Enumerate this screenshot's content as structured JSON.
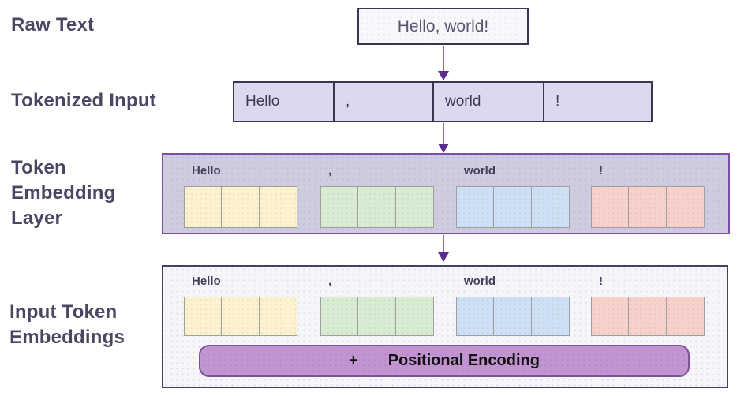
{
  "stages": {
    "raw_text": {
      "label": "Raw Text",
      "value": "Hello, world!"
    },
    "tokenized": {
      "label": "Tokenized Input"
    },
    "embedding_layer": {
      "label": "Token\nEmbedding\nLayer"
    },
    "input_embeddings": {
      "label": "Input Token\nEmbeddings",
      "plus": "+",
      "positional_label": "Positional Encoding"
    }
  },
  "tokens": [
    {
      "text": "Hello",
      "cell_fill": "#fcf2cf",
      "cell_border": "#aea788"
    },
    {
      "text": ",",
      "cell_fill": "#d8ecd3",
      "cell_border": "#9aab95"
    },
    {
      "text": "world",
      "cell_fill": "#cee0f5",
      "cell_border": "#96a5b8"
    },
    {
      "text": "!",
      "cell_fill": "#f8d1cc",
      "cell_border": "#b49a95"
    }
  ],
  "cells_per_token": 3,
  "colors": {
    "label_text": "#4d4663",
    "dark_border": "#3b3553",
    "arrow_shaft": "#8a6cb0",
    "arrow_head": "#5c2d8f",
    "raw_box_fill": "#f8f8fc",
    "raw_box_text": "#5b5570",
    "strip_fill": "#dcd9ee",
    "embed_box_fill": "#cfccdf",
    "embed_box_border": "#7b4fa8",
    "input_box_fill": "#f6f5fa",
    "input_box_border": "#4a3f63",
    "positional_bar_fill": "#c294d2",
    "positional_bar_border": "#7d5296",
    "positional_bar_text": "#111111",
    "cell_border_neutral": "#9f9f9f"
  }
}
